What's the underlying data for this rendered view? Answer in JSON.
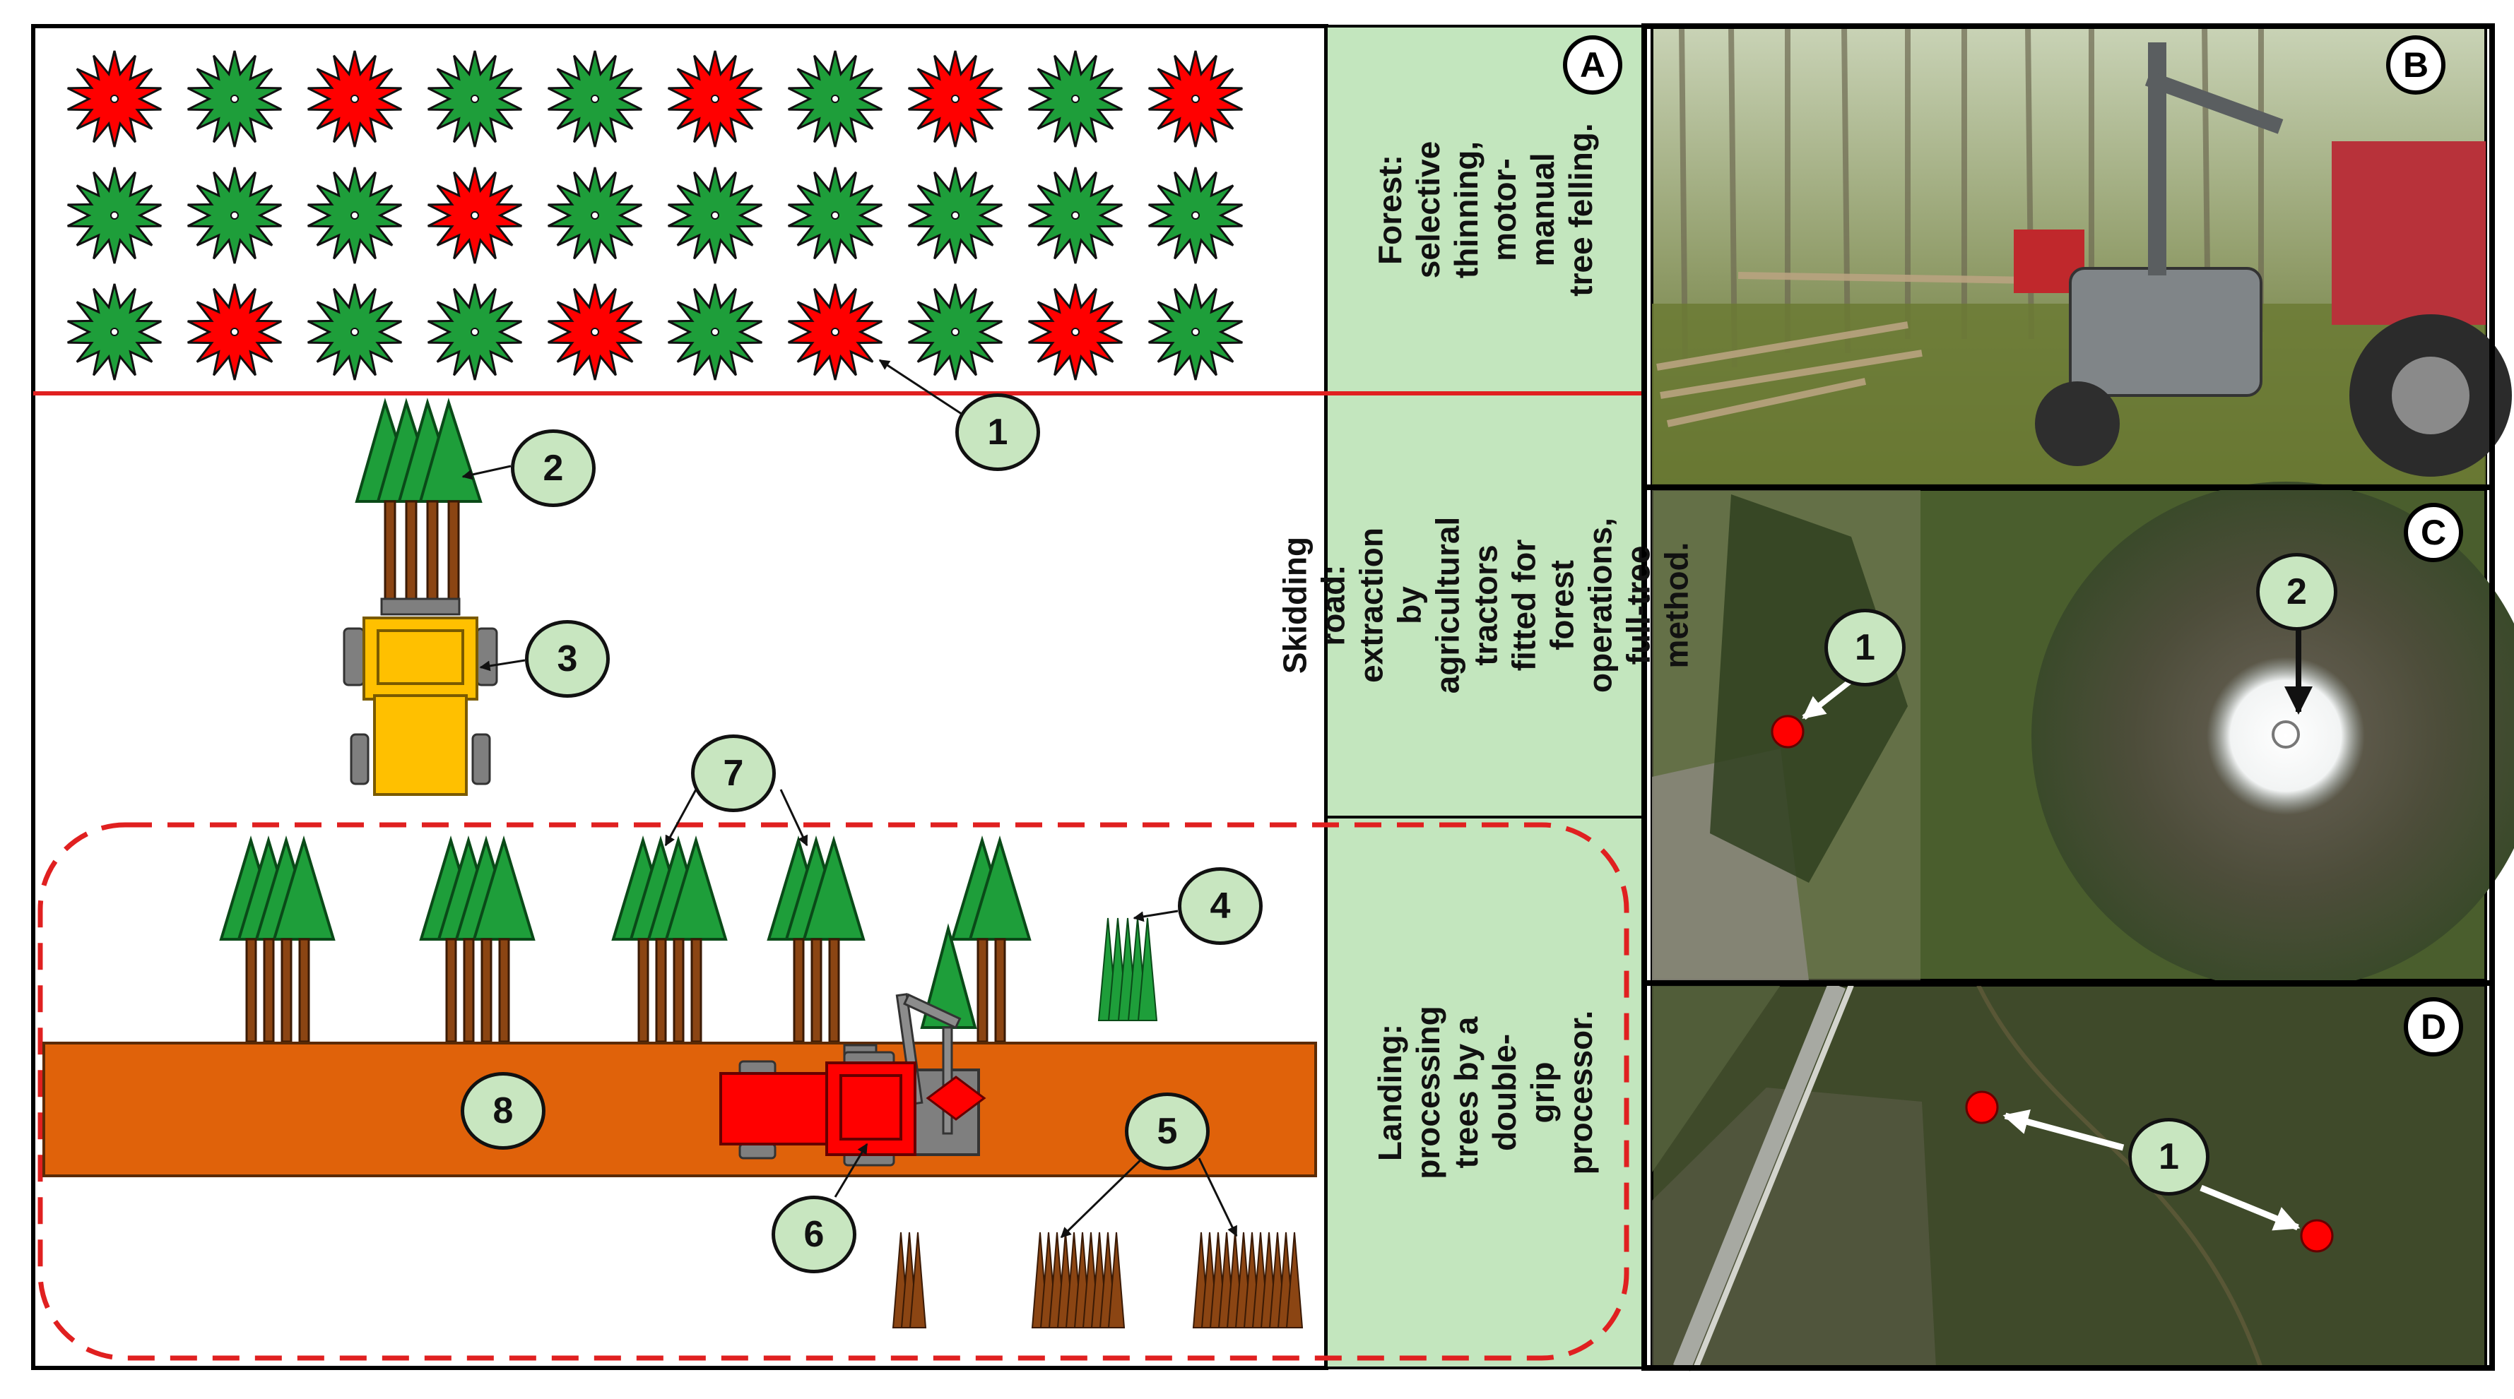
{
  "panels": {
    "a": {
      "letter": "A"
    },
    "b": {
      "letter": "B"
    },
    "c": {
      "letter": "C"
    },
    "d": {
      "letter": "D"
    }
  },
  "sidebar": {
    "forest": "Forest: selective thinning, motor-manual tree felling.",
    "skidding": "Skidding road: extraction by agricultural tractors fitted for forest operations, full-tree method.",
    "landing": "Landing: processing trees by a double-grip processor."
  },
  "callouts": {
    "c1": "1",
    "c2": "2",
    "c3": "3",
    "c4": "4",
    "c5": "5",
    "c6": "6",
    "c7": "7",
    "c8": "8"
  },
  "photo_labels": {
    "c_site": "1",
    "c_peak": "2",
    "d_sites": "1"
  },
  "colors": {
    "felled_tree": "#ff0000",
    "standing_tree": "#1e9e3a",
    "trunk": "#8b4513",
    "road": "#e0620a",
    "tractor_skid": "#ffc000",
    "tractor_landing": "#ff0000",
    "badge_fill": "#c8e6c0",
    "boundary": "#e02020"
  },
  "forest_grid": {
    "rows": [
      [
        "red",
        "green",
        "red",
        "green",
        "green",
        "red",
        "green",
        "red",
        "green",
        "red"
      ],
      [
        "green",
        "green",
        "green",
        "red",
        "green",
        "green",
        "green",
        "green",
        "green",
        "green"
      ],
      [
        "green",
        "red",
        "green",
        "green",
        "red",
        "green",
        "red",
        "green",
        "red",
        "green"
      ]
    ]
  }
}
